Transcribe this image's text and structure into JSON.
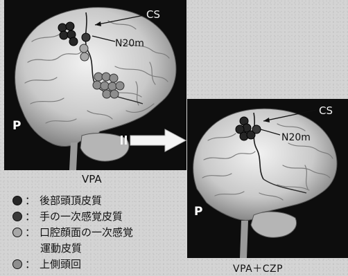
{
  "panel_left": {
    "caption": "VPA",
    "side_label": "P",
    "labels": {
      "cs": "CS",
      "n20m": "N20m"
    }
  },
  "panel_right": {
    "caption": "VPA＋CZP",
    "side_label": "P",
    "labels": {
      "cs": "CS",
      "n20m": "N20m"
    }
  },
  "legend": [
    {
      "text": "後部頭頂皮質",
      "color": "#262626"
    },
    {
      "text": "手の一次感覚皮質",
      "color": "#3a3a3a"
    },
    {
      "text": "口腔顔面の一次感覚",
      "color": "#a8a8a8"
    },
    {
      "text": "運動皮質",
      "color": null
    },
    {
      "text": "上側頭回",
      "color": "#8e8e8e"
    }
  ],
  "legend_separator": "："
}
